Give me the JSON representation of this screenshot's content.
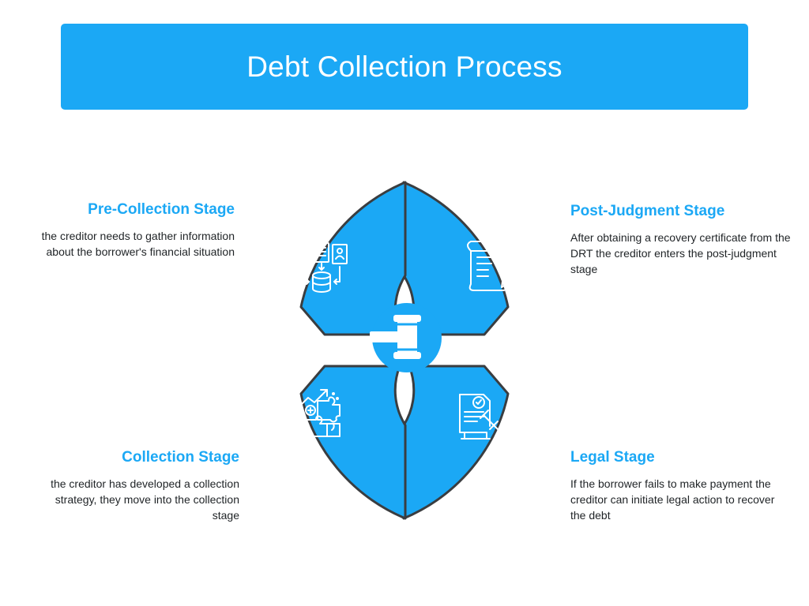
{
  "title": "Debt Collection Process",
  "colors": {
    "accent": "#1BA8F5",
    "segment_fill": "#1BA8F5",
    "segment_stroke": "#3A3D40",
    "heading": "#1BA8F5",
    "body_text": "#1F2326"
  },
  "stages": {
    "pre_collection": {
      "heading": "Pre-Collection Stage",
      "description": "the creditor needs to gather information about the borrower's financial situation",
      "icon": "data-gathering-icon"
    },
    "post_judgment": {
      "heading": "Post-Judgment Stage",
      "description": "After obtaining a recovery certificate from the DRT the creditor enters the post-judgment stage",
      "icon": "certificate-icon"
    },
    "collection": {
      "heading": "Collection Stage",
      "description": "the creditor has developed a collection strategy, they move into the collection stage",
      "icon": "strategy-puzzle-icon"
    },
    "legal": {
      "heading": "Legal Stage",
      "description": "If the borrower fails to make payment the creditor can initiate legal action to recover the debt",
      "icon": "legal-document-gavel-icon"
    }
  },
  "center_icon": "gavel-icon"
}
